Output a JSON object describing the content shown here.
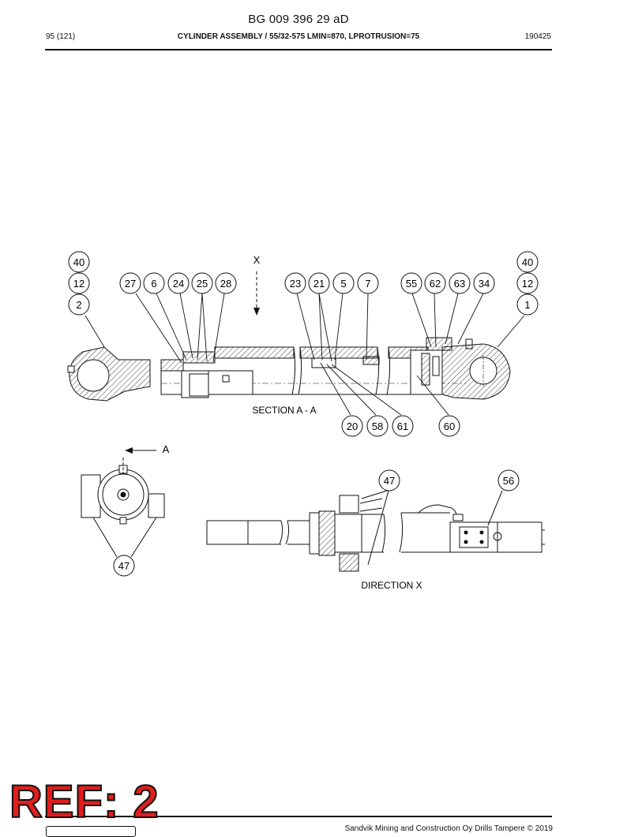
{
  "header": {
    "doc_number": "BG 009 396 29 aD",
    "page": "95 (121)",
    "title": "CYLINDER ASSEMBLY / 55/32-575 LMIN=870, LPROTRUSION=75",
    "date": "190425"
  },
  "drawing": {
    "view_marker_x": "X",
    "view_marker_a": "A",
    "section_label": "SECTION A - A",
    "direction_label": "DIRECTION  X",
    "balloons": {
      "b40_left": "40",
      "b12_left": "12",
      "b2": "2",
      "b27": "27",
      "b6": "6",
      "b24": "24",
      "b25": "25",
      "b28": "28",
      "b23": "23",
      "b21": "21",
      "b5": "5",
      "b7": "7",
      "b55": "55",
      "b62": "62",
      "b63": "63",
      "b34": "34",
      "b40_right": "40",
      "b12_right": "12",
      "b1": "1",
      "b20": "20",
      "b58": "58",
      "b61": "61",
      "b60": "60",
      "b47_left": "47",
      "b47_right": "47",
      "b56": "56"
    }
  },
  "footer": {
    "copyright": "Sandvik Mining and Construction Oy Drills Tampere © 2019",
    "stamp": "REF: 2"
  },
  "colors": {
    "ink": "#111111",
    "stamp_red": "#e01e1e"
  }
}
